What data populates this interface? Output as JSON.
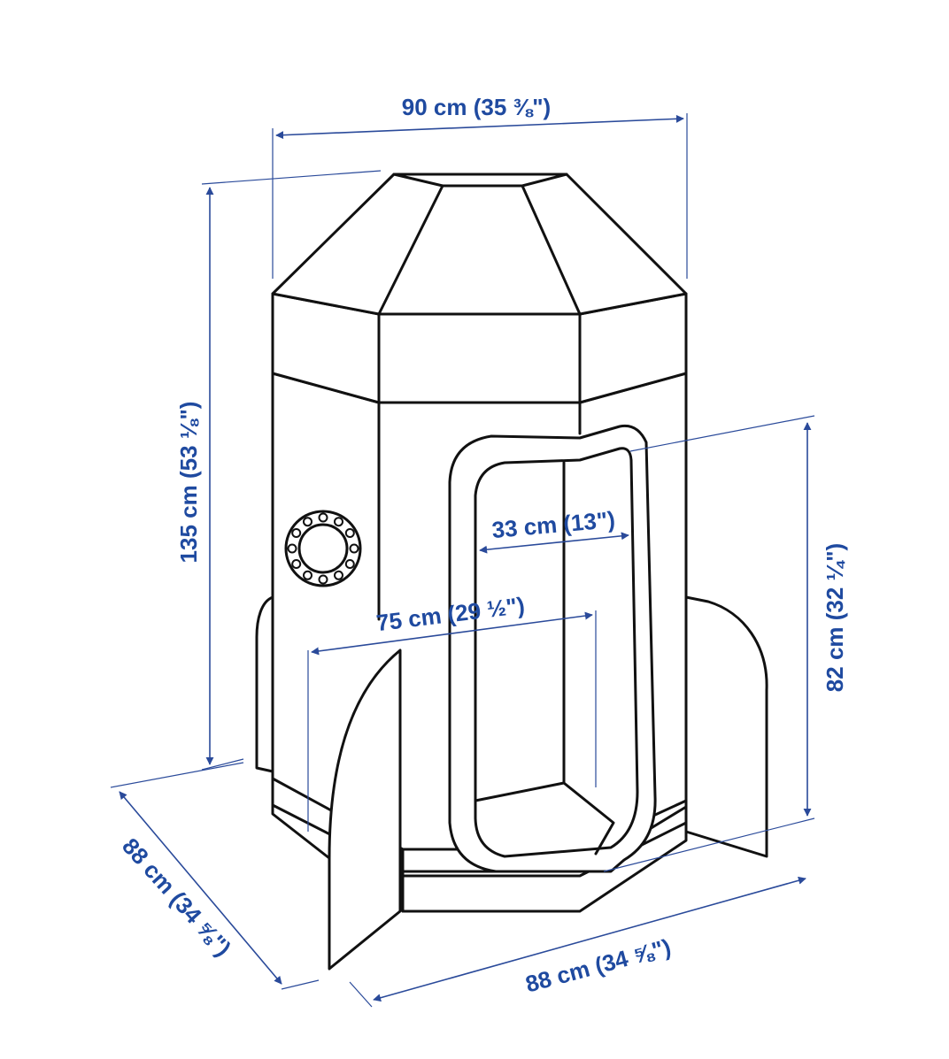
{
  "colors": {
    "dimension": "#1f4aa0",
    "outline": "#111111",
    "background": "#ffffff"
  },
  "dimensions": {
    "top_width": "90 cm (35 ⅜\")",
    "total_height": "135 cm (53 ⅛\")",
    "door_width": "33 cm (13\")",
    "interior_width": "75 cm (29 ½\")",
    "door_height": "82 cm (32 ¼\")",
    "depth_left": "88 cm (34 ⅝\")",
    "depth_right": "88 cm (34 ⅝\")"
  }
}
